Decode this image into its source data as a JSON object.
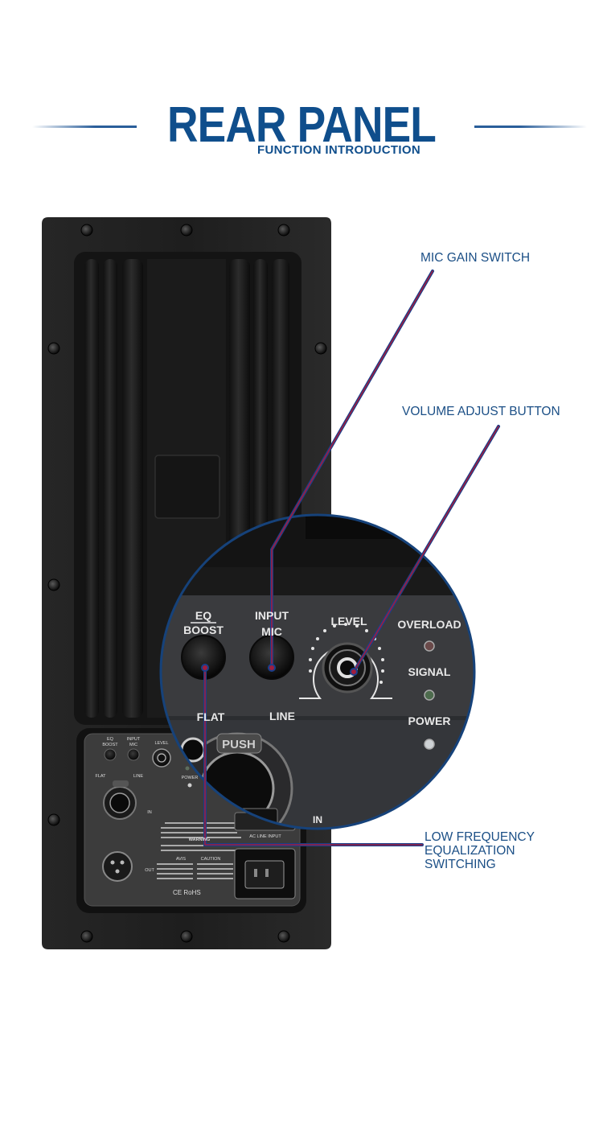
{
  "header": {
    "title": "REAR PANEL",
    "subtitle": "FUNCTION INTRODUCTION"
  },
  "callouts": {
    "mic_gain": "MIC GAIN SWITCH",
    "volume": "VOLUME ADJUST BUTTON",
    "low_freq_line1": "LOW FREQUENCY",
    "low_freq_line2": "EQUALIZATION",
    "low_freq_line3": "SWITCHING"
  },
  "zoom_panel": {
    "eq_label": "EQ",
    "boost_label": "BOOST",
    "input_label": "INPUT",
    "mic_label": "MIC",
    "level_label": "LEVEL",
    "overload_label": "OVERLOAD",
    "signal_label": "SIGNAL",
    "power_label": "POWER",
    "flat_label": "FLAT",
    "line_label": "LINE",
    "push_label": "PUSH",
    "in_label": "IN"
  },
  "small_panel": {
    "eq": "EQ",
    "boost": "BOOST",
    "input": "INPUT",
    "mic": "MIC",
    "level": "LEVEL",
    "flat": "FLAT",
    "line": "LINE",
    "power": "POWER",
    "in": "IN",
    "out": "OUT",
    "ac_line_input": "AC LINE INPUT",
    "warning": "WARNING",
    "avis": "AVIS",
    "caution": "CAUTION",
    "certs": "CE RoHS"
  },
  "colors": {
    "brand_blue": "#0f4e8c",
    "callout_line": "#6b2a7a",
    "panel_black": "#1c1c1c"
  }
}
